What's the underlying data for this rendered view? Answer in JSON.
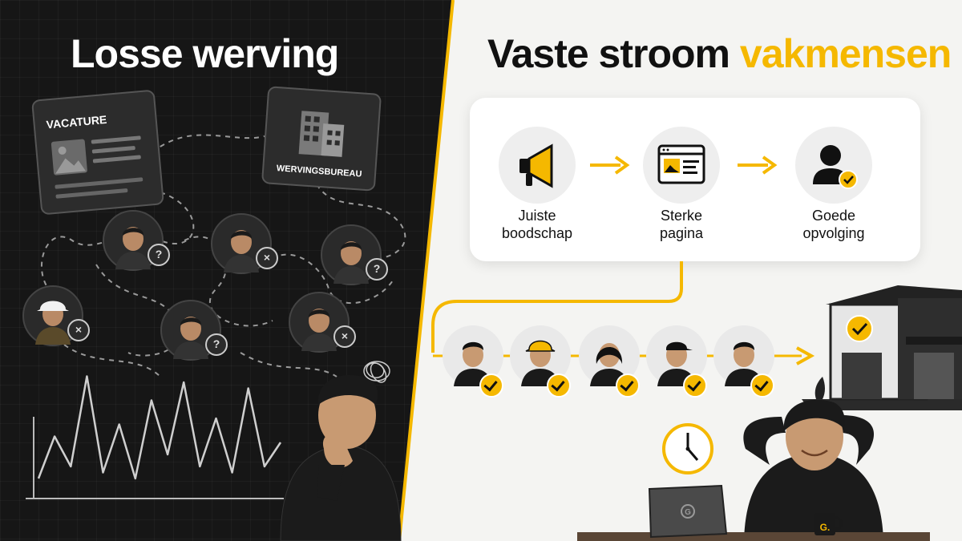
{
  "left": {
    "title": "Losse werving",
    "vacature_label": "VACATURE",
    "bureau_label": "WERVINGSBUREAU",
    "candidates": [
      {
        "status": "?"
      },
      {
        "status": "×"
      },
      {
        "status": "?"
      },
      {
        "status": "×"
      },
      {
        "status": "?"
      },
      {
        "status": "×"
      }
    ],
    "chart_values": [
      0.1,
      0.45,
      0.2,
      0.95,
      0.15,
      0.55,
      0.1,
      0.75,
      0.3,
      0.9,
      0.2,
      0.6,
      0.15,
      0.85,
      0.2,
      0.4
    ]
  },
  "right": {
    "title_main": "Vaste stroom ",
    "title_accent": "vakmensen",
    "steps": [
      {
        "line1": "Juiste",
        "line2": "boodschap",
        "icon": "megaphone-icon"
      },
      {
        "line1": "Sterke",
        "line2": "pagina",
        "icon": "webpage-icon"
      },
      {
        "line1": "Goede",
        "line2": "opvolging",
        "icon": "person-check-icon"
      }
    ],
    "mug_label": "G.",
    "laptop_logo": "G"
  },
  "colors": {
    "accent": "#f5b800",
    "dark": "#161616",
    "light": "#f4f4f2"
  }
}
